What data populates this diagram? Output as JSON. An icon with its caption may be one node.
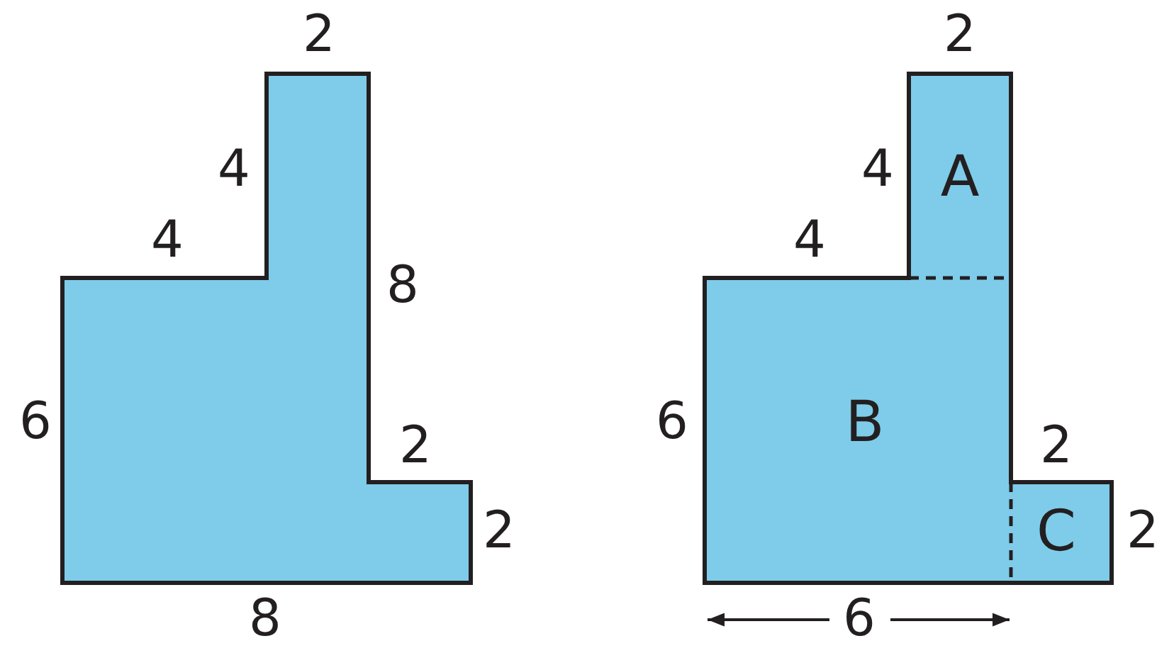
{
  "diagram": {
    "labels": [
      "2",
      "4",
      "4",
      "8",
      "6",
      "2",
      "2",
      "8",
      "2",
      "4",
      "A",
      "4",
      "B",
      "6",
      "2",
      "C",
      "2",
      "6"
    ]
  }
}
